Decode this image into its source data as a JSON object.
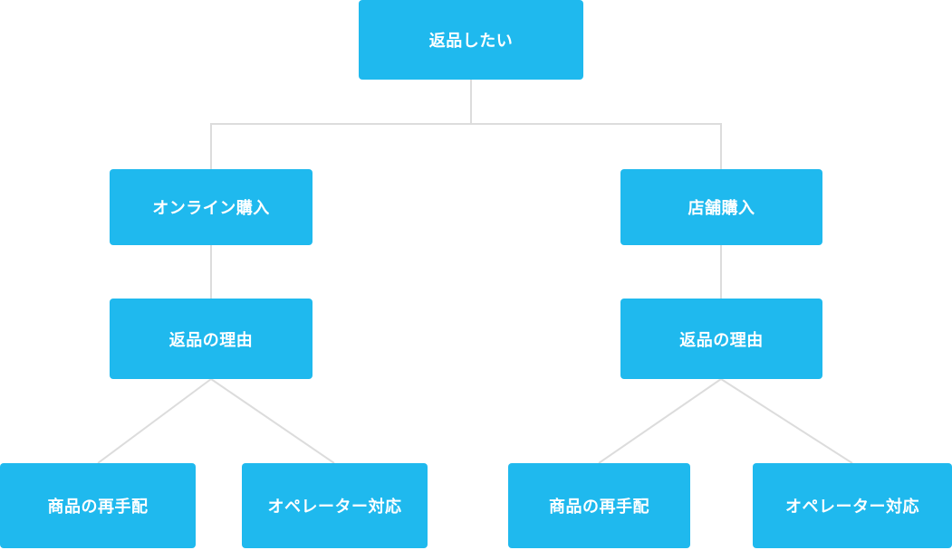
{
  "colors": {
    "node_fill": "#1fb9ee",
    "node_text": "#ffffff",
    "connector": "#dcdcdc"
  },
  "nodes": {
    "root": "返品したい",
    "online": "オンライン購入",
    "store": "店舗購入",
    "reason_left": "返品の理由",
    "reason_right": "返品の理由",
    "reship_left": "商品の再手配",
    "operator_left": "オペレーター対応",
    "reship_right": "商品の再手配",
    "operator_right": "オペレーター対応"
  },
  "edges": [
    {
      "from": "root",
      "to": "online"
    },
    {
      "from": "root",
      "to": "store"
    },
    {
      "from": "online",
      "to": "reason_left"
    },
    {
      "from": "store",
      "to": "reason_right"
    },
    {
      "from": "reason_left",
      "to": "reship_left"
    },
    {
      "from": "reason_left",
      "to": "operator_left"
    },
    {
      "from": "reason_right",
      "to": "reship_right"
    },
    {
      "from": "reason_right",
      "to": "operator_right"
    }
  ]
}
